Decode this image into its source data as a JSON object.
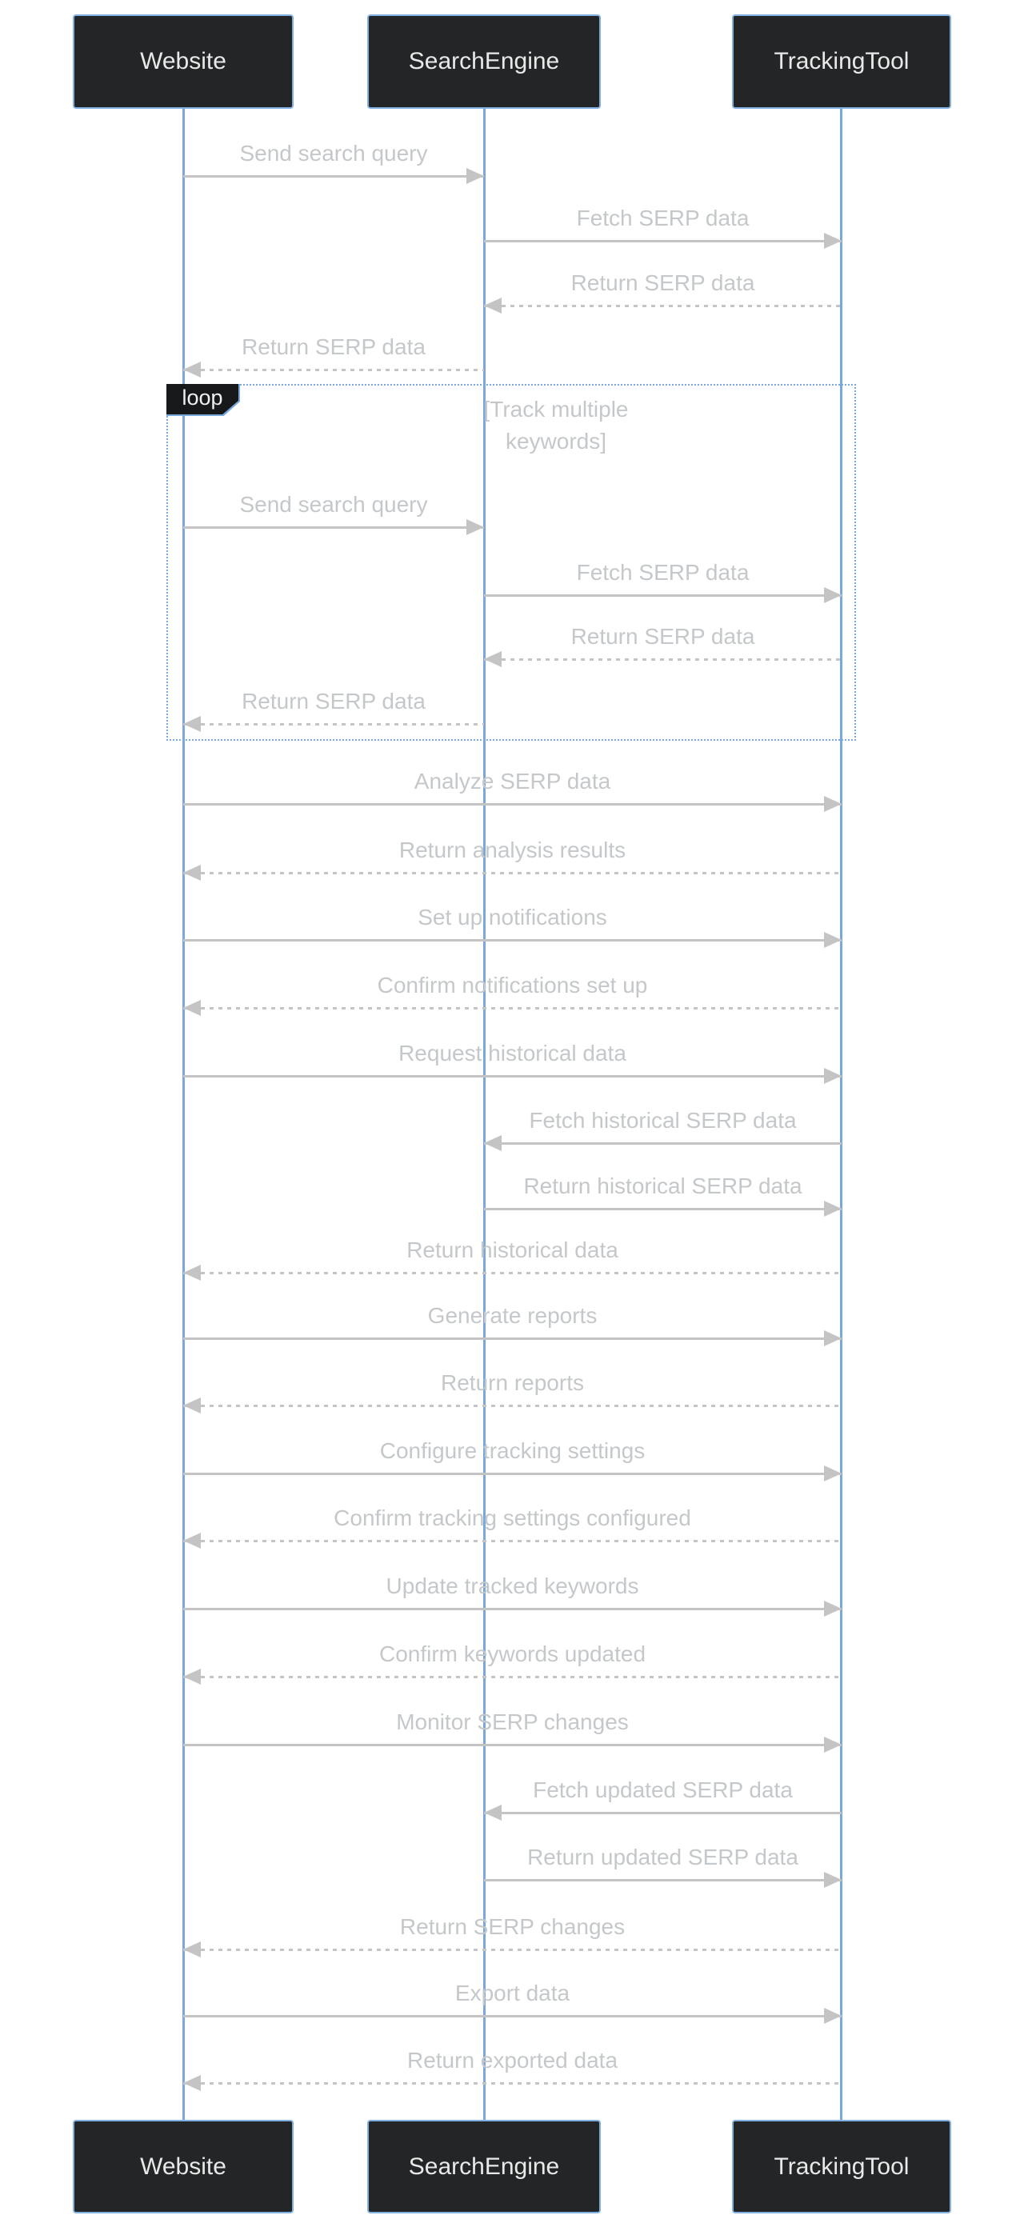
{
  "diagram": {
    "type": "sequence",
    "actors": [
      {
        "id": "website",
        "label": "Website"
      },
      {
        "id": "searchengine",
        "label": "SearchEngine"
      },
      {
        "id": "trackingtool",
        "label": "TrackingTool"
      }
    ],
    "loop": {
      "label": "loop",
      "condition": "[Track multiple keywords]"
    },
    "messages": [
      {
        "from": "Website",
        "to": "SearchEngine",
        "label": "Send search query",
        "line": "solid",
        "in_loop": false
      },
      {
        "from": "SearchEngine",
        "to": "TrackingTool",
        "label": "Fetch SERP data",
        "line": "solid",
        "in_loop": false
      },
      {
        "from": "TrackingTool",
        "to": "SearchEngine",
        "label": "Return SERP data",
        "line": "dashed",
        "in_loop": false
      },
      {
        "from": "SearchEngine",
        "to": "Website",
        "label": "Return SERP data",
        "line": "dashed",
        "in_loop": false
      },
      {
        "from": "Website",
        "to": "SearchEngine",
        "label": "Send search query",
        "line": "solid",
        "in_loop": true
      },
      {
        "from": "SearchEngine",
        "to": "TrackingTool",
        "label": "Fetch SERP data",
        "line": "solid",
        "in_loop": true
      },
      {
        "from": "TrackingTool",
        "to": "SearchEngine",
        "label": "Return SERP data",
        "line": "dashed",
        "in_loop": true
      },
      {
        "from": "SearchEngine",
        "to": "Website",
        "label": "Return SERP data",
        "line": "dashed",
        "in_loop": true
      },
      {
        "from": "Website",
        "to": "TrackingTool",
        "label": "Analyze SERP data",
        "line": "solid",
        "in_loop": false
      },
      {
        "from": "TrackingTool",
        "to": "Website",
        "label": "Return analysis results",
        "line": "dashed",
        "in_loop": false
      },
      {
        "from": "Website",
        "to": "TrackingTool",
        "label": "Set up notifications",
        "line": "solid",
        "in_loop": false
      },
      {
        "from": "TrackingTool",
        "to": "Website",
        "label": "Confirm notifications set up",
        "line": "dashed",
        "in_loop": false
      },
      {
        "from": "Website",
        "to": "TrackingTool",
        "label": "Request historical data",
        "line": "solid",
        "in_loop": false
      },
      {
        "from": "TrackingTool",
        "to": "SearchEngine",
        "label": "Fetch historical SERP data",
        "line": "solid",
        "in_loop": false
      },
      {
        "from": "SearchEngine",
        "to": "TrackingTool",
        "label": "Return historical SERP data",
        "line": "solid",
        "in_loop": false
      },
      {
        "from": "TrackingTool",
        "to": "Website",
        "label": "Return historical data",
        "line": "dashed",
        "in_loop": false
      },
      {
        "from": "Website",
        "to": "TrackingTool",
        "label": "Generate reports",
        "line": "solid",
        "in_loop": false
      },
      {
        "from": "TrackingTool",
        "to": "Website",
        "label": "Return reports",
        "line": "dashed",
        "in_loop": false
      },
      {
        "from": "Website",
        "to": "TrackingTool",
        "label": "Configure tracking settings",
        "line": "solid",
        "in_loop": false
      },
      {
        "from": "TrackingTool",
        "to": "Website",
        "label": "Confirm tracking settings configured",
        "line": "dashed",
        "in_loop": false
      },
      {
        "from": "Website",
        "to": "TrackingTool",
        "label": "Update tracked keywords",
        "line": "solid",
        "in_loop": false
      },
      {
        "from": "TrackingTool",
        "to": "Website",
        "label": "Confirm keywords updated",
        "line": "dashed",
        "in_loop": false
      },
      {
        "from": "Website",
        "to": "TrackingTool",
        "label": "Monitor SERP changes",
        "line": "solid",
        "in_loop": false
      },
      {
        "from": "TrackingTool",
        "to": "SearchEngine",
        "label": "Fetch updated SERP data",
        "line": "solid",
        "in_loop": false
      },
      {
        "from": "SearchEngine",
        "to": "TrackingTool",
        "label": "Return updated SERP data",
        "line": "solid",
        "in_loop": false
      },
      {
        "from": "TrackingTool",
        "to": "Website",
        "label": "Return SERP changes",
        "line": "dashed",
        "in_loop": false
      },
      {
        "from": "Website",
        "to": "TrackingTool",
        "label": "Export data",
        "line": "solid",
        "in_loop": false
      },
      {
        "from": "TrackingTool",
        "to": "Website",
        "label": "Return exported data",
        "line": "dashed",
        "in_loop": false
      }
    ],
    "colors": {
      "background": "#ffffff",
      "actor_fill": "#242526",
      "actor_border": "#81b1e3",
      "actor_text": "#e9e9e9",
      "lifeline": "#7aa8dc",
      "message_text": "#c5c8ca",
      "message_line": "#c4c4c4",
      "loop_border": "#7aa8dc",
      "loop_label_fill": "#171819"
    }
  }
}
